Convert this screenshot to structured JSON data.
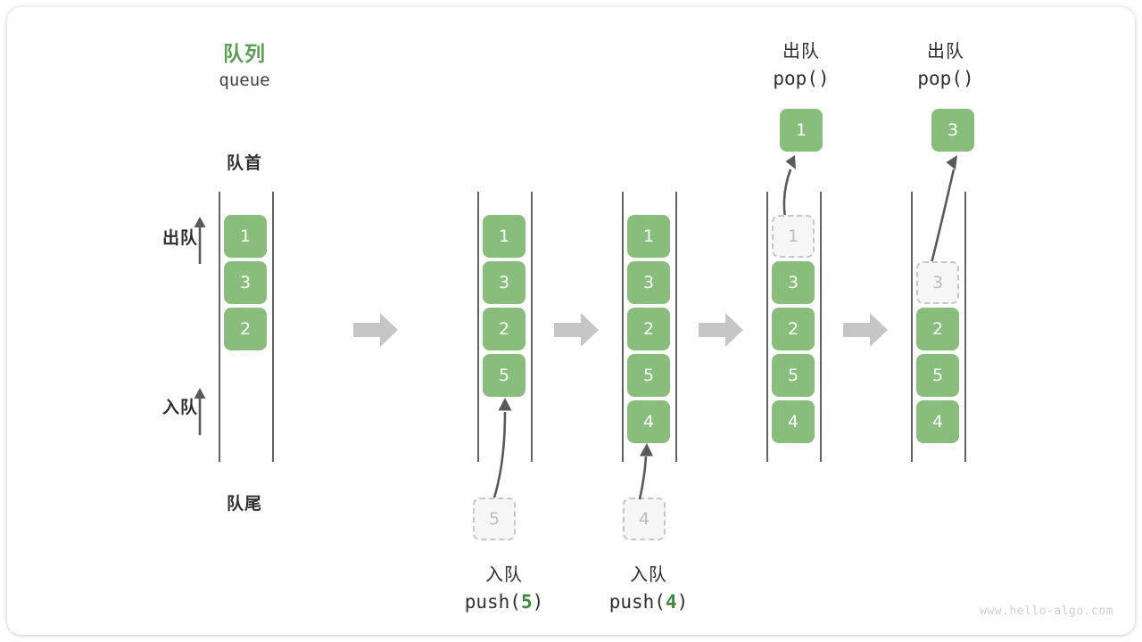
{
  "diagram": {
    "title_cn": "队列",
    "title_en": "queue",
    "front_label": "队首",
    "rear_label": "队尾",
    "dequeue_label": "出队",
    "enqueue_label": "入队",
    "watermark": "www.hello-algo.com",
    "accent_green": "#5d9e57",
    "cell_green": "#89bd7c",
    "ghost_gray": "#bdbdbd",
    "arrow_gray": "#bfbfbf",
    "text_dark": "#2f2f2f"
  },
  "columns": [
    {
      "id": "initial",
      "header_cn": "",
      "header_code": "",
      "cells": [
        {
          "value": "1",
          "state": "filled"
        },
        {
          "value": "3",
          "state": "filled"
        },
        {
          "value": "2",
          "state": "filled"
        }
      ],
      "caption_cn": "",
      "caption_code_prefix": "",
      "caption_code_arg": "",
      "caption_code_suffix": "",
      "ghost_value": ""
    },
    {
      "id": "push-5",
      "header_cn": "",
      "header_code": "",
      "cells": [
        {
          "value": "1",
          "state": "filled"
        },
        {
          "value": "3",
          "state": "filled"
        },
        {
          "value": "2",
          "state": "filled"
        },
        {
          "value": "5",
          "state": "filled"
        }
      ],
      "caption_cn": "入队",
      "caption_code_prefix": "push(",
      "caption_code_arg": "5",
      "caption_code_suffix": ")",
      "ghost_value": "5"
    },
    {
      "id": "push-4",
      "header_cn": "",
      "header_code": "",
      "cells": [
        {
          "value": "1",
          "state": "filled"
        },
        {
          "value": "3",
          "state": "filled"
        },
        {
          "value": "2",
          "state": "filled"
        },
        {
          "value": "5",
          "state": "filled"
        },
        {
          "value": "4",
          "state": "filled"
        }
      ],
      "caption_cn": "入队",
      "caption_code_prefix": "push(",
      "caption_code_arg": "4",
      "caption_code_suffix": ")",
      "ghost_value": "4"
    },
    {
      "id": "pop-1",
      "header_cn": "出队",
      "header_code": "pop()",
      "popped_value": "1",
      "cells": [
        {
          "value": "1",
          "state": "ghost"
        },
        {
          "value": "3",
          "state": "filled"
        },
        {
          "value": "2",
          "state": "filled"
        },
        {
          "value": "5",
          "state": "filled"
        },
        {
          "value": "4",
          "state": "filled"
        }
      ],
      "caption_cn": "",
      "caption_code_prefix": "",
      "caption_code_arg": "",
      "caption_code_suffix": ""
    },
    {
      "id": "pop-3",
      "header_cn": "出队",
      "header_code": "pop()",
      "popped_value": "3",
      "cells": [
        {
          "value": "3",
          "state": "ghost"
        },
        {
          "value": "2",
          "state": "filled"
        },
        {
          "value": "5",
          "state": "filled"
        },
        {
          "value": "4",
          "state": "filled"
        }
      ],
      "caption_cn": "",
      "caption_code_prefix": "",
      "caption_code_arg": "",
      "caption_code_suffix": ""
    }
  ]
}
